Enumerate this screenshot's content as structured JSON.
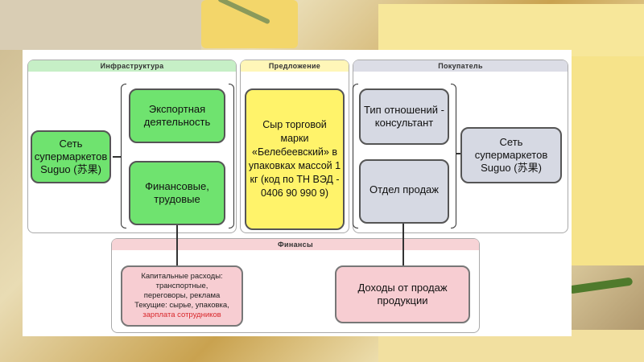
{
  "headers": {
    "infrastructure": "Инфраструктура",
    "offer": "Предложение",
    "buyer": "Покупатель",
    "finance": "Финансы"
  },
  "nodes": {
    "network_left": "Сеть супермаркетов Suguo (苏果)",
    "export": "Экспортная деятельность",
    "financial": "Финансовые, трудовые",
    "product": "Сыр торговой марки «Белебеевский» в упаковках массой 1 кг (код по ТН ВЭД - 0406 90 990 9)",
    "relationship": "Тип отношений - консультант",
    "sales_dept": "Отдел продаж",
    "network_right": "Сеть супермаркетов Suguo (苏果)",
    "costs_line1": "Капитальные расходы:",
    "costs_line2": "транспортные,",
    "costs_line3": "переговоры, реклама",
    "costs_line4": "Текущие: сырье, упаковка,",
    "costs_line5": "зарплата сотрудников",
    "revenue": "Доходы от продаж продукции"
  },
  "colors": {
    "header_green": "#c6efc6",
    "header_yellow": "#fff6b8",
    "header_gray": "#dcdde6",
    "header_pink": "#f7d3d6"
  }
}
